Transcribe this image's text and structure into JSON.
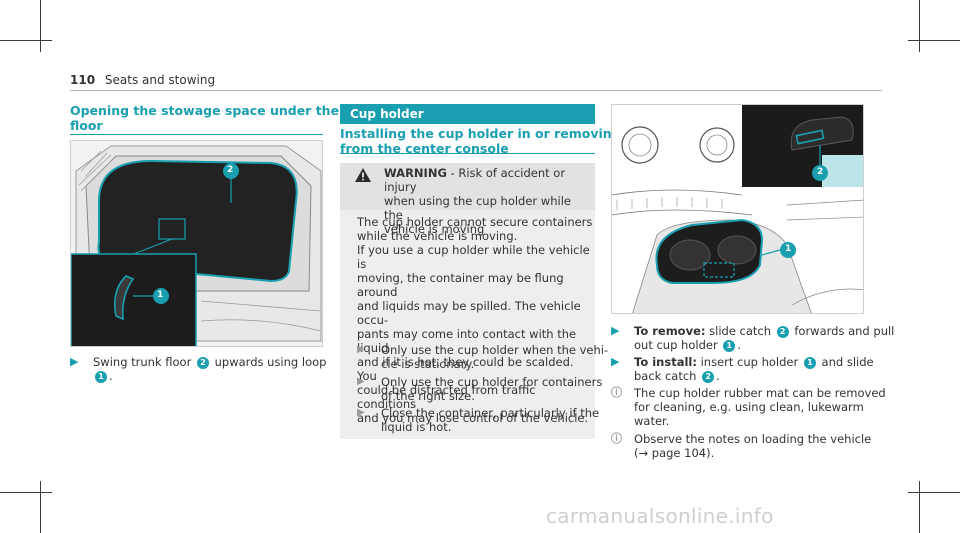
{
  "header": {
    "page_number": "110",
    "section": "Seats and stowing"
  },
  "left": {
    "title_line1": "Opening the stowage space under the trunk",
    "title_line2": "floor",
    "step": {
      "pre": "Swing trunk floor",
      "badge": "2",
      "mid": "upwards using loop",
      "badge2": "1",
      "post": "."
    },
    "callout_1": "1",
    "callout_2": "2"
  },
  "middle": {
    "section_label": "Cup holder",
    "subtitle_line1": "Installing the cup holder in or removing it",
    "subtitle_line2": "from the center console",
    "warning": {
      "label": "WARNING",
      "title_rest": " - Risk of accident or injury",
      "title_line2": "when using the cup holder while the",
      "title_line3": "vehicle is moving",
      "body": [
        "The cup holder cannot secure containers",
        "while the vehicle is moving.",
        "If you use a cup holder while the vehicle is",
        "moving, the container may be flung around",
        "and liquids may be spilled. The vehicle occu-",
        "pants may come into contact with the liquid",
        "and if it is hot, they could be scalded. You",
        "could be distracted from traffic conditions",
        "and you may lose control of the vehicle."
      ],
      "bullets": [
        {
          "line1": "Only use the cup holder when the vehi-",
          "line2": "cle is stationary."
        },
        {
          "line1": "Only use the cup holder for containers",
          "line2": "of the right size."
        },
        {
          "line1": "Close the container, particularly if the",
          "line2": "liquid is hot."
        }
      ]
    }
  },
  "right": {
    "callout_1": "1",
    "callout_2": "2",
    "remove": {
      "label": "To remove:",
      "pre": "slide catch",
      "badge": "2",
      "mid": "forwards and pull",
      "line2": "out cup holder",
      "badge2": "1",
      "post": "."
    },
    "install": {
      "label": "To install:",
      "pre": "insert cup holder",
      "badge": "1",
      "mid": "and slide",
      "line2": "back catch",
      "badge2": "2",
      "post": "."
    },
    "info1": {
      "line1": "The cup holder rubber mat can be removed",
      "line2": "for cleaning, e.g. using clean, lukewarm",
      "line3": "water."
    },
    "info2": {
      "line1": "Observe the notes on loading the vehicle",
      "line2": "(→ page 104)."
    }
  },
  "watermark": "carmanualsonline.info",
  "colors": {
    "accent": "#1a9fb0",
    "warning_bg": "#eeeeee",
    "warning_head_bg": "#e2e2e2"
  }
}
